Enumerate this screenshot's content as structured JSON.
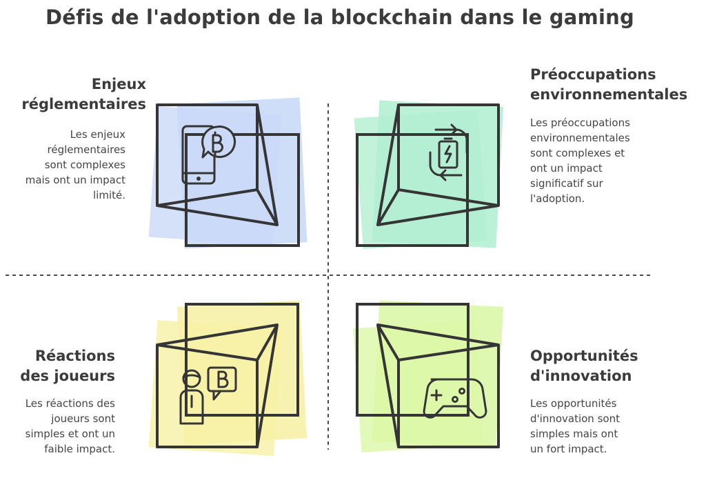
{
  "title": "Défis de l'adoption de la blockchain dans le gaming",
  "quadrants": [
    {
      "heading": "Enjeux\nréglementaires",
      "description": "Les enjeux\nréglementaires\nsont complexes\nmais ont un impact\nlimité.",
      "color": "#c9d9f7",
      "icon": "phone-bitcoin-icon"
    },
    {
      "heading": "Préoccupations\nenvironnementales",
      "description": "Les préoccupations\nenvironnementales\nsont complexes et\nont un impact\nsignificatif sur\nl'adoption.",
      "color": "#b4efd2",
      "icon": "battery-cycle-icon"
    },
    {
      "heading": "Réactions\ndes joueurs",
      "description": "Les réactions des\njoueurs sont\nsimples et ont un\nfaible impact.",
      "color": "#f6f1a6",
      "icon": "person-bitcoin-icon"
    },
    {
      "heading": "Opportunités\nd'innovation",
      "description": "Les opportunités\nd'innovation sont\nsimples mais ont\nun fort impact.",
      "color": "#dcf7a8",
      "icon": "gamepad-icon"
    }
  ],
  "colors": {
    "stroke": "#353535",
    "text": "#3b3b3b"
  }
}
